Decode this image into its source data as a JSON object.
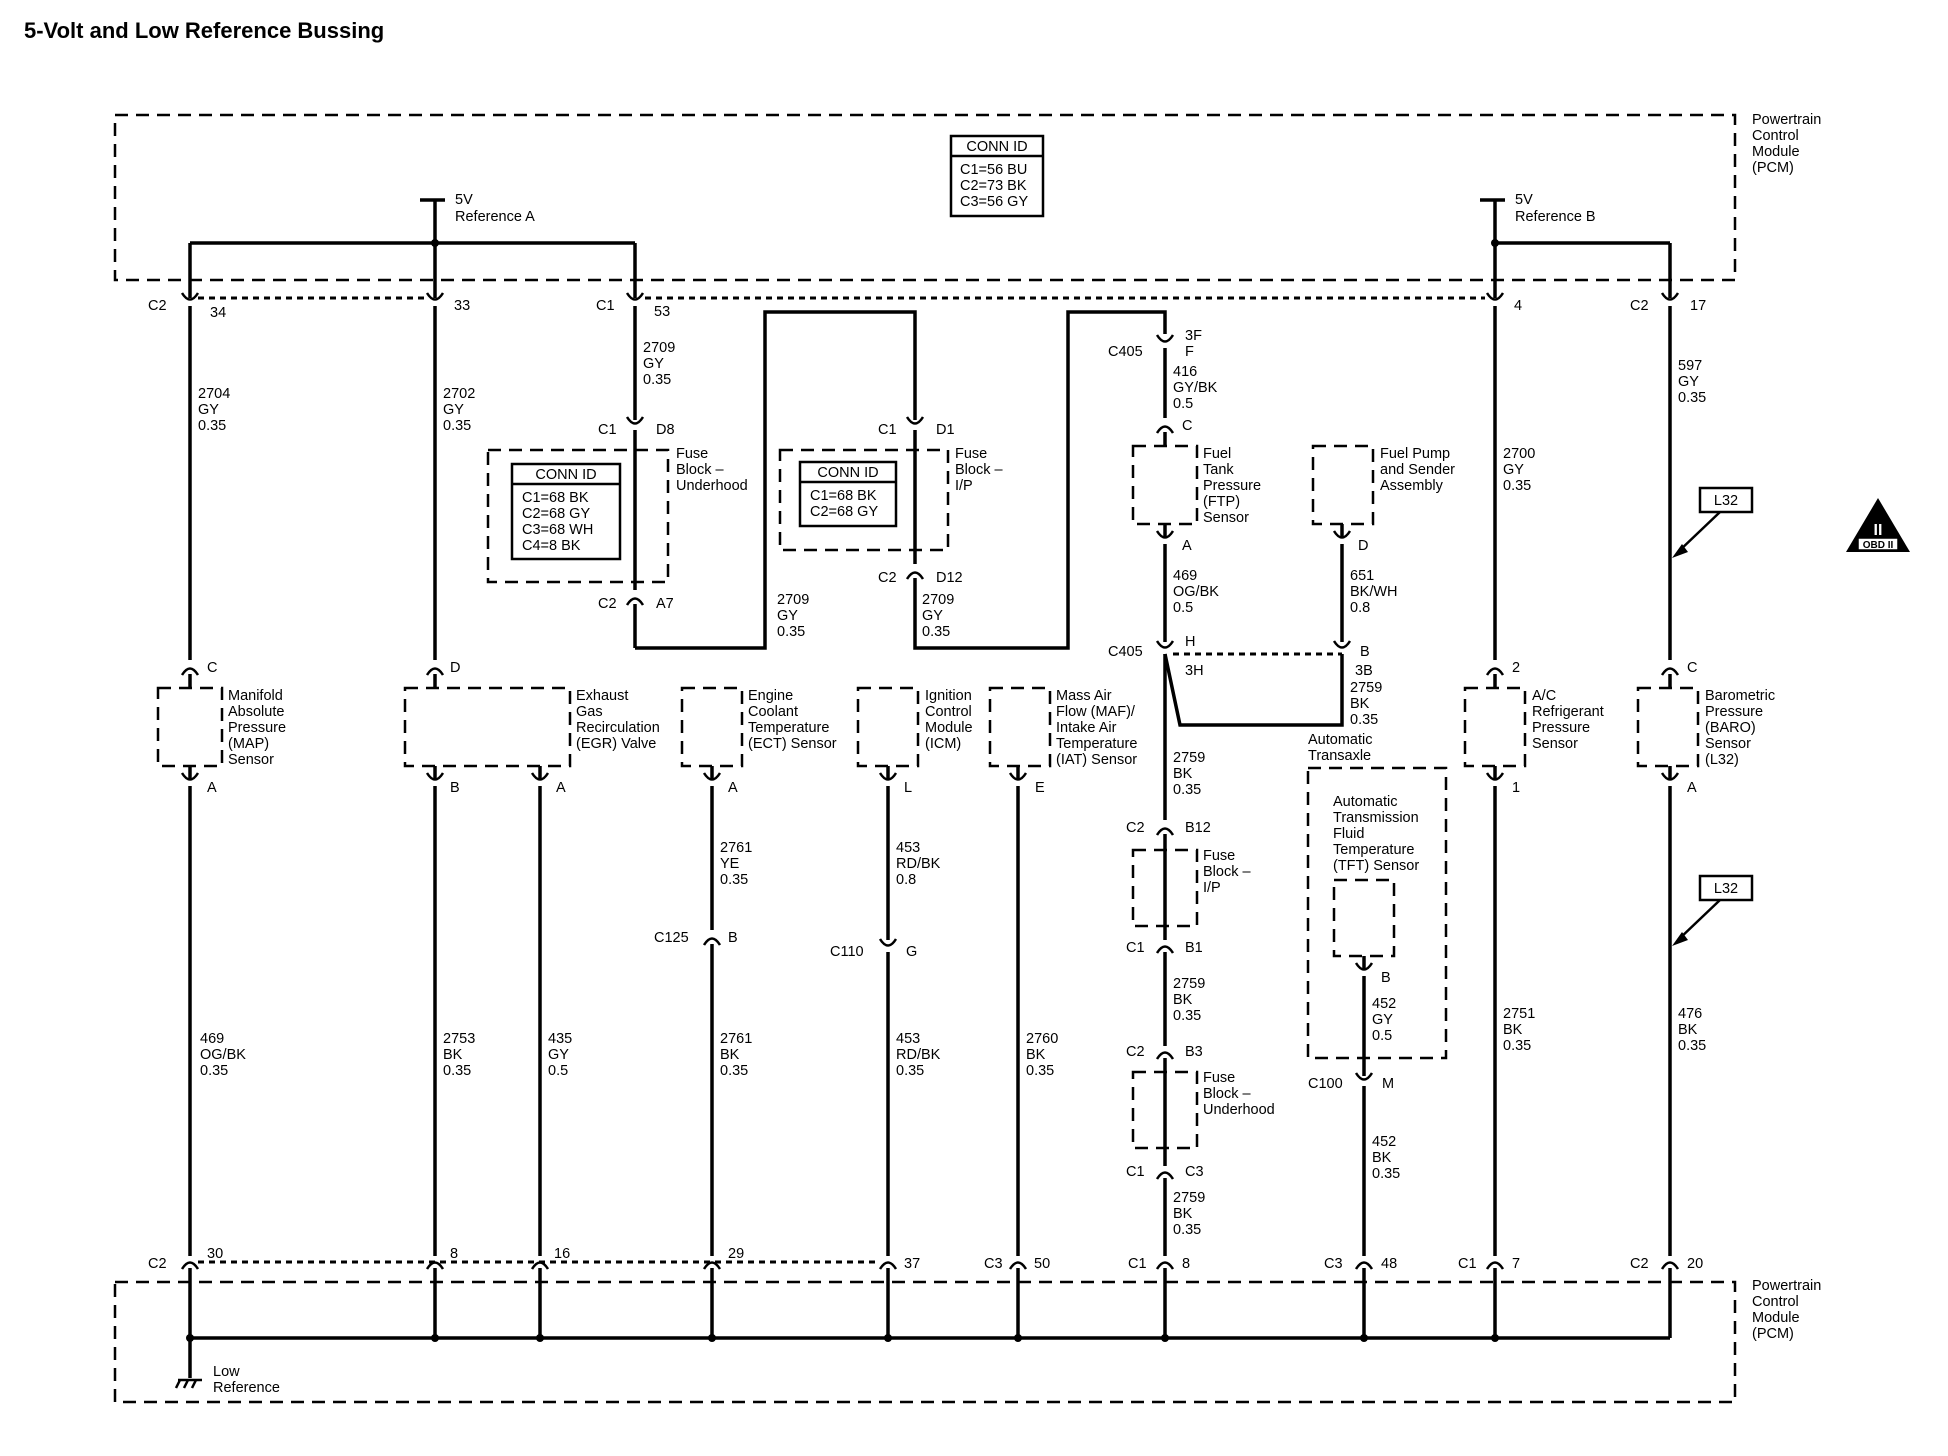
{
  "title": "5-Volt and Low Reference Bussing",
  "pcm_label": [
    "Powertrain",
    "Control",
    "Module",
    "(PCM)"
  ],
  "conn_id_box": {
    "header": "CONN ID",
    "lines": [
      "C1=56 BU",
      "C2=73 BK",
      "C3=56 GY"
    ]
  },
  "fuse_underhood_conn": {
    "header": "CONN ID",
    "lines": [
      "C1=68 BK",
      "C2=68 GY",
      "C3=68 WH",
      "C4=8 BK"
    ]
  },
  "fuse_ip_conn": {
    "header": "CONN ID",
    "lines": [
      "C1=68 BK",
      "C2=68 GY"
    ]
  },
  "ref_a": [
    "5V",
    "Reference A"
  ],
  "ref_b": [
    "5V",
    "Reference B"
  ],
  "low_reference": [
    "Low",
    "Reference"
  ],
  "options": {
    "l32": "L32",
    "obd": "OBD II",
    "obd_mark": "II"
  },
  "top_pins": {
    "c2_34": [
      "C2",
      "34"
    ],
    "p33": "33",
    "c1_53": [
      "C1",
      "53"
    ],
    "p4": "4",
    "c2_17": [
      "C2",
      "17"
    ]
  },
  "bottom_pins": {
    "c2_30": [
      "C2",
      "30"
    ],
    "p8": "8",
    "p16": "16",
    "p29": "29",
    "p37": "37",
    "c3_50": [
      "C3",
      "50"
    ],
    "c1_8": [
      "C1",
      "8"
    ],
    "c3_48": [
      "C3",
      "48"
    ],
    "c1_7": [
      "C1",
      "7"
    ],
    "c2_20": [
      "C2",
      "20"
    ]
  },
  "connectors": {
    "d8": [
      "C1",
      "D8"
    ],
    "a7": [
      "C2",
      "A7"
    ],
    "d1": [
      "C1",
      "D1"
    ],
    "d12": [
      "C2",
      "D12"
    ],
    "c405_f": [
      "C405",
      "3F",
      "F"
    ],
    "c405_h": [
      "C405",
      "H",
      "3H"
    ],
    "ftp_c": "C",
    "ftp_a": "A",
    "pump_d": "D",
    "pump_b": [
      "B",
      "3B"
    ],
    "b12": [
      "C2",
      "B12"
    ],
    "b1": [
      "C1",
      "B1"
    ],
    "b3": [
      "C2",
      "B3"
    ],
    "c3": [
      "C1",
      "C3"
    ],
    "c125": [
      "C125",
      "B"
    ],
    "c110": [
      "C110",
      "G"
    ],
    "c100": [
      "C100",
      "M"
    ],
    "tft_b": "B"
  },
  "wires": {
    "w2704": [
      "2704",
      "GY",
      "0.35"
    ],
    "w2702": [
      "2702",
      "GY",
      "0.35"
    ],
    "w2709a": [
      "2709",
      "GY",
      "0.35"
    ],
    "w2709b": [
      "2709",
      "GY",
      "0.35"
    ],
    "w2709c": [
      "2709",
      "GY",
      "0.35"
    ],
    "w416": [
      "416",
      "GY/BK",
      "0.5"
    ],
    "w469b": [
      "469",
      "OG/BK",
      "0.5"
    ],
    "w651": [
      "651",
      "BK/WH",
      "0.8"
    ],
    "w2759a": [
      "2759",
      "BK",
      "0.35"
    ],
    "w2759b": [
      "2759",
      "BK",
      "0.35"
    ],
    "w2759c": [
      "2759",
      "BK",
      "0.35"
    ],
    "w2759d": [
      "2759",
      "BK",
      "0.35"
    ],
    "w2700": [
      "2700",
      "GY",
      "0.35"
    ],
    "w597": [
      "597",
      "GY",
      "0.35"
    ],
    "w469": [
      "469",
      "OG/BK",
      "0.35"
    ],
    "w2753": [
      "2753",
      "BK",
      "0.35"
    ],
    "w435": [
      "435",
      "GY",
      "0.5"
    ],
    "w2761a": [
      "2761",
      "YE",
      "0.35"
    ],
    "w2761b": [
      "2761",
      "BK",
      "0.35"
    ],
    "w453a": [
      "453",
      "RD/BK",
      "0.8"
    ],
    "w453b": [
      "453",
      "RD/BK",
      "0.35"
    ],
    "w2760": [
      "2760",
      "BK",
      "0.35"
    ],
    "w452a": [
      "452",
      "GY",
      "0.5"
    ],
    "w452b": [
      "452",
      "BK",
      "0.35"
    ],
    "w2751": [
      "2751",
      "BK",
      "0.35"
    ],
    "w476": [
      "476",
      "BK",
      "0.35"
    ]
  },
  "components": {
    "map": {
      "label": [
        "Manifold",
        "Absolute",
        "Pressure",
        "(MAP)",
        "Sensor"
      ],
      "pins": [
        "C",
        "A"
      ]
    },
    "egr": {
      "label": [
        "Exhaust",
        "Gas",
        "Recirculation",
        "(EGR) Valve"
      ],
      "pins": [
        "D",
        "B",
        "A"
      ]
    },
    "ect": {
      "label": [
        "Engine",
        "Coolant",
        "Temperature",
        "(ECT) Sensor"
      ],
      "pins": [
        "A"
      ]
    },
    "icm": {
      "label": [
        "Ignition",
        "Control",
        "Module",
        "(ICM)"
      ],
      "pins": [
        "L"
      ]
    },
    "maf": {
      "label": [
        "Mass Air",
        "Flow (MAF)/",
        "Intake Air",
        "Temperature",
        "(IAT) Sensor"
      ],
      "pins": [
        "E"
      ]
    },
    "ftp": {
      "label": [
        "Fuel",
        "Tank",
        "Pressure",
        "(FTP)",
        "Sensor"
      ]
    },
    "pump": {
      "label": [
        "Fuel Pump",
        "and Sender",
        "Assembly"
      ]
    },
    "fuse_uh": {
      "label": [
        "Fuse",
        "Block –",
        "Underhood"
      ]
    },
    "fuse_ip": {
      "label": [
        "Fuse",
        "Block –",
        "I/P"
      ]
    },
    "fuse_ip2": {
      "label": [
        "Fuse",
        "Block –",
        "I/P"
      ]
    },
    "fuse_uh2": {
      "label": [
        "Fuse",
        "Block –",
        "Underhood"
      ]
    },
    "trans": {
      "label": [
        "Automatic",
        "Transaxle"
      ]
    },
    "tft": {
      "label": [
        "Automatic",
        "Transmission",
        "Fluid",
        "Temperature",
        "(TFT) Sensor"
      ]
    },
    "ac": {
      "label": [
        "A/C",
        "Refrigerant",
        "Pressure",
        "Sensor"
      ],
      "pins": [
        "2",
        "1"
      ]
    },
    "baro": {
      "label": [
        "Barometric",
        "Pressure",
        "(BARO)",
        "Sensor",
        "(L32)"
      ],
      "pins": [
        "C",
        "A"
      ]
    }
  }
}
